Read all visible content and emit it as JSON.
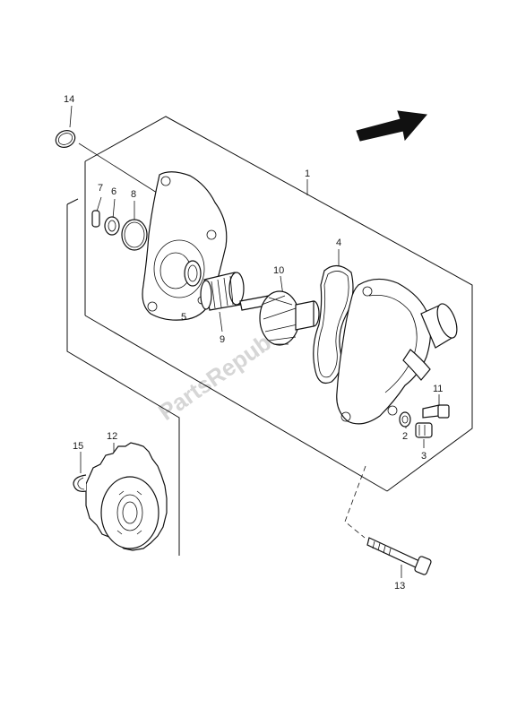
{
  "watermark": "PartsRepublik",
  "callouts": {
    "c1": "1",
    "c2": "2",
    "c3": "3",
    "c4": "4",
    "c5": "5",
    "c6": "6",
    "c7": "7",
    "c8": "8",
    "c9": "9",
    "c10": "10",
    "c11": "11",
    "c12": "12",
    "c13": "13",
    "c14": "14",
    "c15": "15"
  },
  "icons": {
    "direction": "front-direction-arrow-icon"
  }
}
